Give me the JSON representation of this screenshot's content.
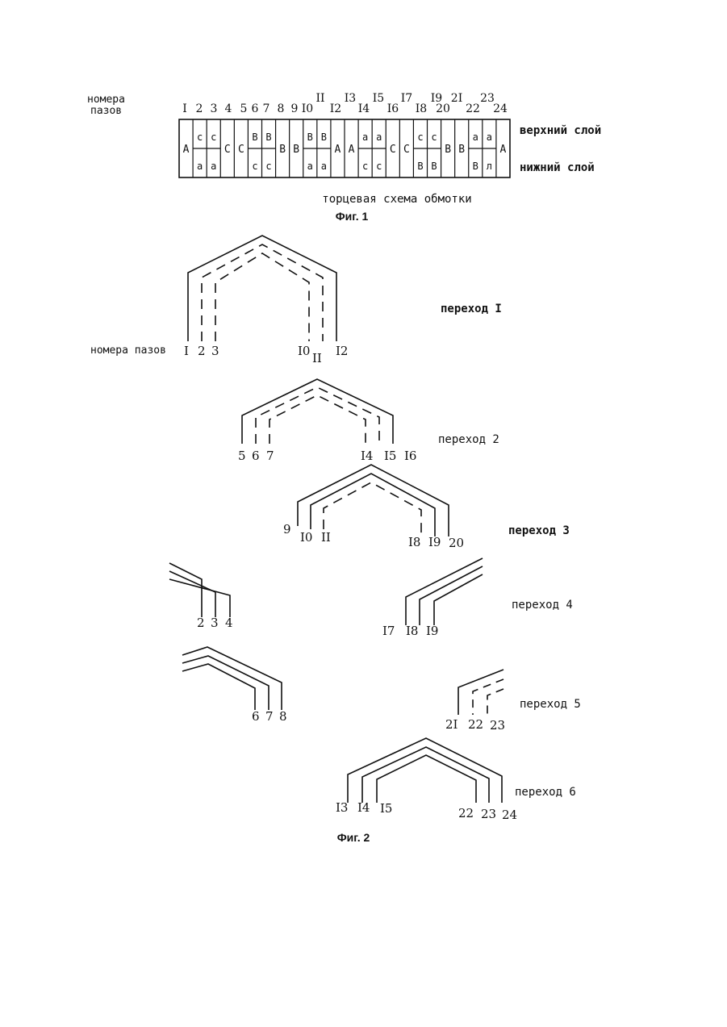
{
  "fig1": {
    "slot_numbers_label": [
      "номера",
      "пазов"
    ],
    "slot_numbers": [
      "I",
      "2",
      "3",
      "4",
      "5",
      "6",
      "7",
      "8",
      "9",
      "I0",
      "II",
      "I2",
      "I3",
      "I4",
      "I5",
      "I6",
      "I7",
      "I8",
      "I9",
      "20",
      "2I",
      "22",
      "23",
      "24"
    ],
    "upper_layer_label": "верхний слой",
    "lower_layer_label": "нижний слой",
    "cells": [
      {
        "full": "A"
      },
      {
        "upper": "c",
        "lower": "a"
      },
      {
        "upper": "c",
        "lower": "a"
      },
      {
        "full": "C"
      },
      {
        "full": "C"
      },
      {
        "upper": "B",
        "lower": "c"
      },
      {
        "upper": "B",
        "lower": "c"
      },
      {
        "full": "B"
      },
      {
        "full": "B"
      },
      {
        "upper": "B",
        "lower": "a"
      },
      {
        "upper": "B",
        "lower": "a"
      },
      {
        "full": "A"
      },
      {
        "full": "A"
      },
      {
        "upper": "a",
        "lower": "c"
      },
      {
        "upper": "a",
        "lower": "c"
      },
      {
        "full": "C"
      },
      {
        "full": "C"
      },
      {
        "upper": "c",
        "lower": "B"
      },
      {
        "upper": "c",
        "lower": "B"
      },
      {
        "full": "B"
      },
      {
        "full": "B"
      },
      {
        "upper": "a",
        "lower": "B"
      },
      {
        "upper": "a",
        "lower": "л"
      },
      {
        "full": "A"
      }
    ],
    "subtitle": "торцевая схема обмотки",
    "caption": "Фиг. 1"
  },
  "fig2": {
    "slot_numbers_label": "номера пазов",
    "transitions": [
      {
        "label": "переход I",
        "numbers": [
          "I",
          "2",
          "3",
          "I0",
          "II",
          "I2"
        ]
      },
      {
        "label": "переход 2",
        "numbers": [
          "5",
          "6",
          "7",
          "I4",
          "I5",
          "I6"
        ]
      },
      {
        "label": "переход 3",
        "numbers": [
          "9",
          "I0",
          "II",
          "I8",
          "I9",
          "20"
        ]
      },
      {
        "label": "переход 4",
        "numbers": [
          "2",
          "3",
          "4",
          "I7",
          "I8",
          "I9"
        ]
      },
      {
        "label": "переход 5",
        "numbers": [
          "6",
          "7",
          "8",
          "2I",
          "22",
          "23"
        ]
      },
      {
        "label": "переход 6",
        "numbers": [
          "I3",
          "I4",
          "I5",
          "22",
          "23",
          "24"
        ]
      }
    ],
    "caption": "Фиг. 2"
  }
}
